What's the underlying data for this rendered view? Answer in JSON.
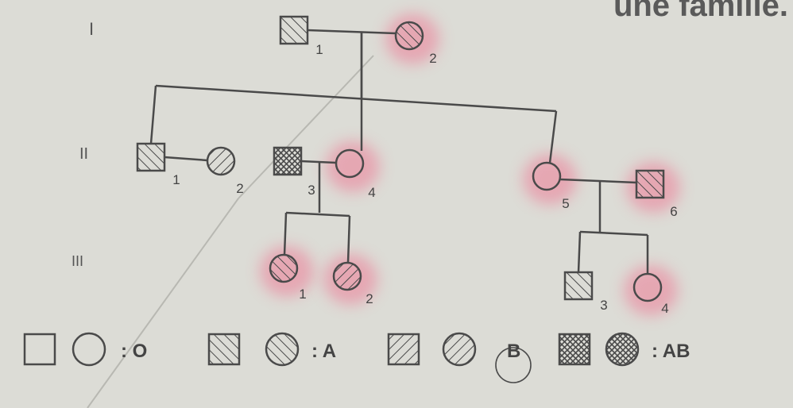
{
  "header_fragment": "une famille.",
  "generations": [
    "I",
    "II",
    "III"
  ],
  "individuals": [
    {
      "id": "I-1",
      "label": "1",
      "shape": "square",
      "pattern": "A",
      "affected": false
    },
    {
      "id": "I-2",
      "label": "2",
      "shape": "circle",
      "pattern": "A",
      "affected": true
    },
    {
      "id": "II-1",
      "label": "1",
      "shape": "square",
      "pattern": "A",
      "affected": false
    },
    {
      "id": "II-2",
      "label": "2",
      "shape": "circle",
      "pattern": "B",
      "affected": false
    },
    {
      "id": "II-3",
      "label": "3",
      "shape": "square",
      "pattern": "AB",
      "affected": false
    },
    {
      "id": "II-4",
      "label": "4",
      "shape": "circle",
      "pattern": "O",
      "affected": true
    },
    {
      "id": "II-5",
      "label": "5",
      "shape": "circle",
      "pattern": "O",
      "affected": true
    },
    {
      "id": "II-6",
      "label": "6",
      "shape": "square",
      "pattern": "A",
      "affected": true
    },
    {
      "id": "III-1",
      "label": "1",
      "shape": "circle",
      "pattern": "A",
      "affected": true
    },
    {
      "id": "III-2",
      "label": "2",
      "shape": "circle",
      "pattern": "B",
      "affected": true
    },
    {
      "id": "III-3",
      "label": "3",
      "shape": "square",
      "pattern": "A",
      "affected": false
    },
    {
      "id": "III-4",
      "label": "4",
      "shape": "circle",
      "pattern": "O",
      "affected": true
    }
  ],
  "legend": [
    {
      "pattern": "O",
      "label": ": O"
    },
    {
      "pattern": "A",
      "label": ": A"
    },
    {
      "pattern": "B",
      "label": "B"
    },
    {
      "pattern": "AB",
      "label": ": AB"
    }
  ],
  "colors": {
    "background": "#dcdcd6",
    "ink": "#4a4a4a",
    "highlight": "#e89aaa"
  }
}
